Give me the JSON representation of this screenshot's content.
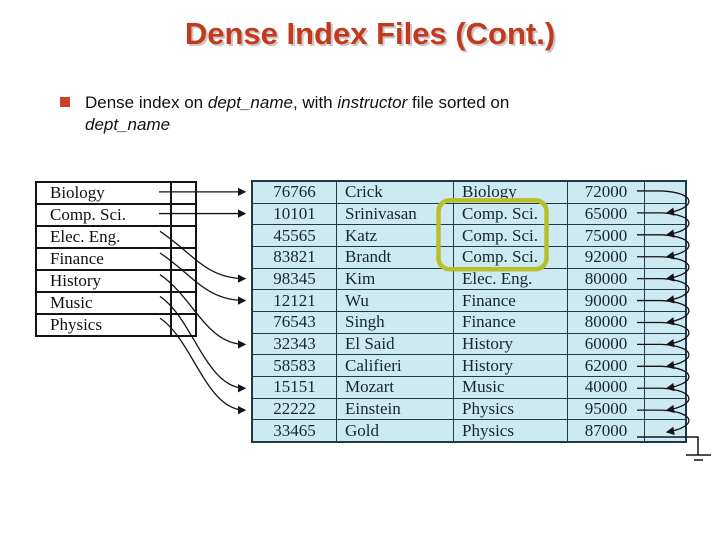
{
  "slide": {
    "title": "Dense Index Files (Cont.)",
    "bullet": {
      "segments": [
        {
          "text": "Dense index on "
        },
        {
          "text": "dept_name",
          "italic": true
        },
        {
          "text": ", with "
        },
        {
          "text": "instructor",
          "italic": true
        },
        {
          "text": " file sorted on",
          "br_after": true
        },
        {
          "text": "dept_name",
          "italic": true
        }
      ]
    }
  },
  "colors": {
    "title_accent": "#c13a1e",
    "bullet_square": "#cc4125",
    "record_fill": "#cde9f2",
    "record_border": "#1d3b47",
    "highlight": "#b8bf2b",
    "arrow": "#141414"
  },
  "index_table": {
    "search_key": "dept_name",
    "rows": [
      "Biology",
      "Comp. Sci.",
      "Elec. Eng.",
      "Finance",
      "History",
      "Music",
      "Physics"
    ]
  },
  "instructor_table": {
    "rows": [
      [
        "76766",
        "Crick",
        "Biology",
        "72000"
      ],
      [
        "10101",
        "Srinivasan",
        "Comp. Sci.",
        "65000"
      ],
      [
        "45565",
        "Katz",
        "Comp. Sci.",
        "75000"
      ],
      [
        "83821",
        "Brandt",
        "Comp. Sci.",
        "92000"
      ],
      [
        "98345",
        "Kim",
        "Elec. Eng.",
        "80000"
      ],
      [
        "12121",
        "Wu",
        "Finance",
        "90000"
      ],
      [
        "76543",
        "Singh",
        "Finance",
        "80000"
      ],
      [
        "32343",
        "El Said",
        "History",
        "60000"
      ],
      [
        "58583",
        "Califieri",
        "History",
        "62000"
      ],
      [
        "15151",
        "Mozart",
        "Music",
        "40000"
      ],
      [
        "22222",
        "Einstein",
        "Physics",
        "95000"
      ],
      [
        "33465",
        "Gold",
        "Physics",
        "87000"
      ]
    ]
  },
  "pointers": {
    "index_to_file_rows": [
      [
        1,
        1
      ],
      [
        2,
        2
      ],
      [
        3,
        5
      ],
      [
        4,
        6
      ],
      [
        5,
        8
      ],
      [
        6,
        10
      ],
      [
        7,
        11
      ]
    ],
    "record_chain": "each record points to next record",
    "last_record_pointer": "null (ground symbol)"
  },
  "highlight": {
    "dept": "Comp. Sci.",
    "file_rows": [
      2,
      3,
      4
    ]
  }
}
